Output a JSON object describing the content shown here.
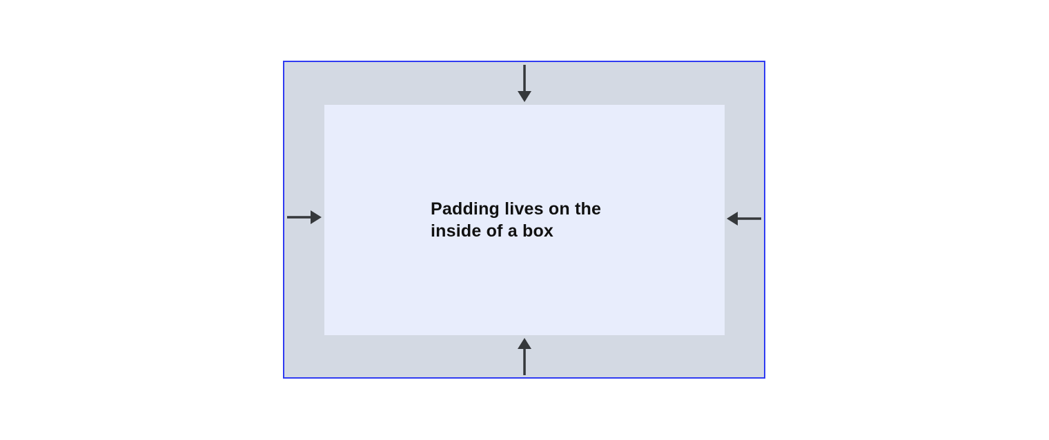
{
  "diagram": {
    "caption": {
      "line1": "Padding lives on the",
      "line2": "inside of a box",
      "full_text": "Padding lives on the inside of a box"
    },
    "icons": [
      "arrow-down-icon",
      "arrow-up-icon",
      "arrow-right-icon",
      "arrow-left-icon"
    ],
    "colors": {
      "page_bg": "#ffffff",
      "box_border": "#2e3af2",
      "padding_area_bg": "#d3d9e3",
      "content_area_bg": "#e8edfc",
      "arrow": "#35383b",
      "caption_text": "#111111"
    }
  }
}
